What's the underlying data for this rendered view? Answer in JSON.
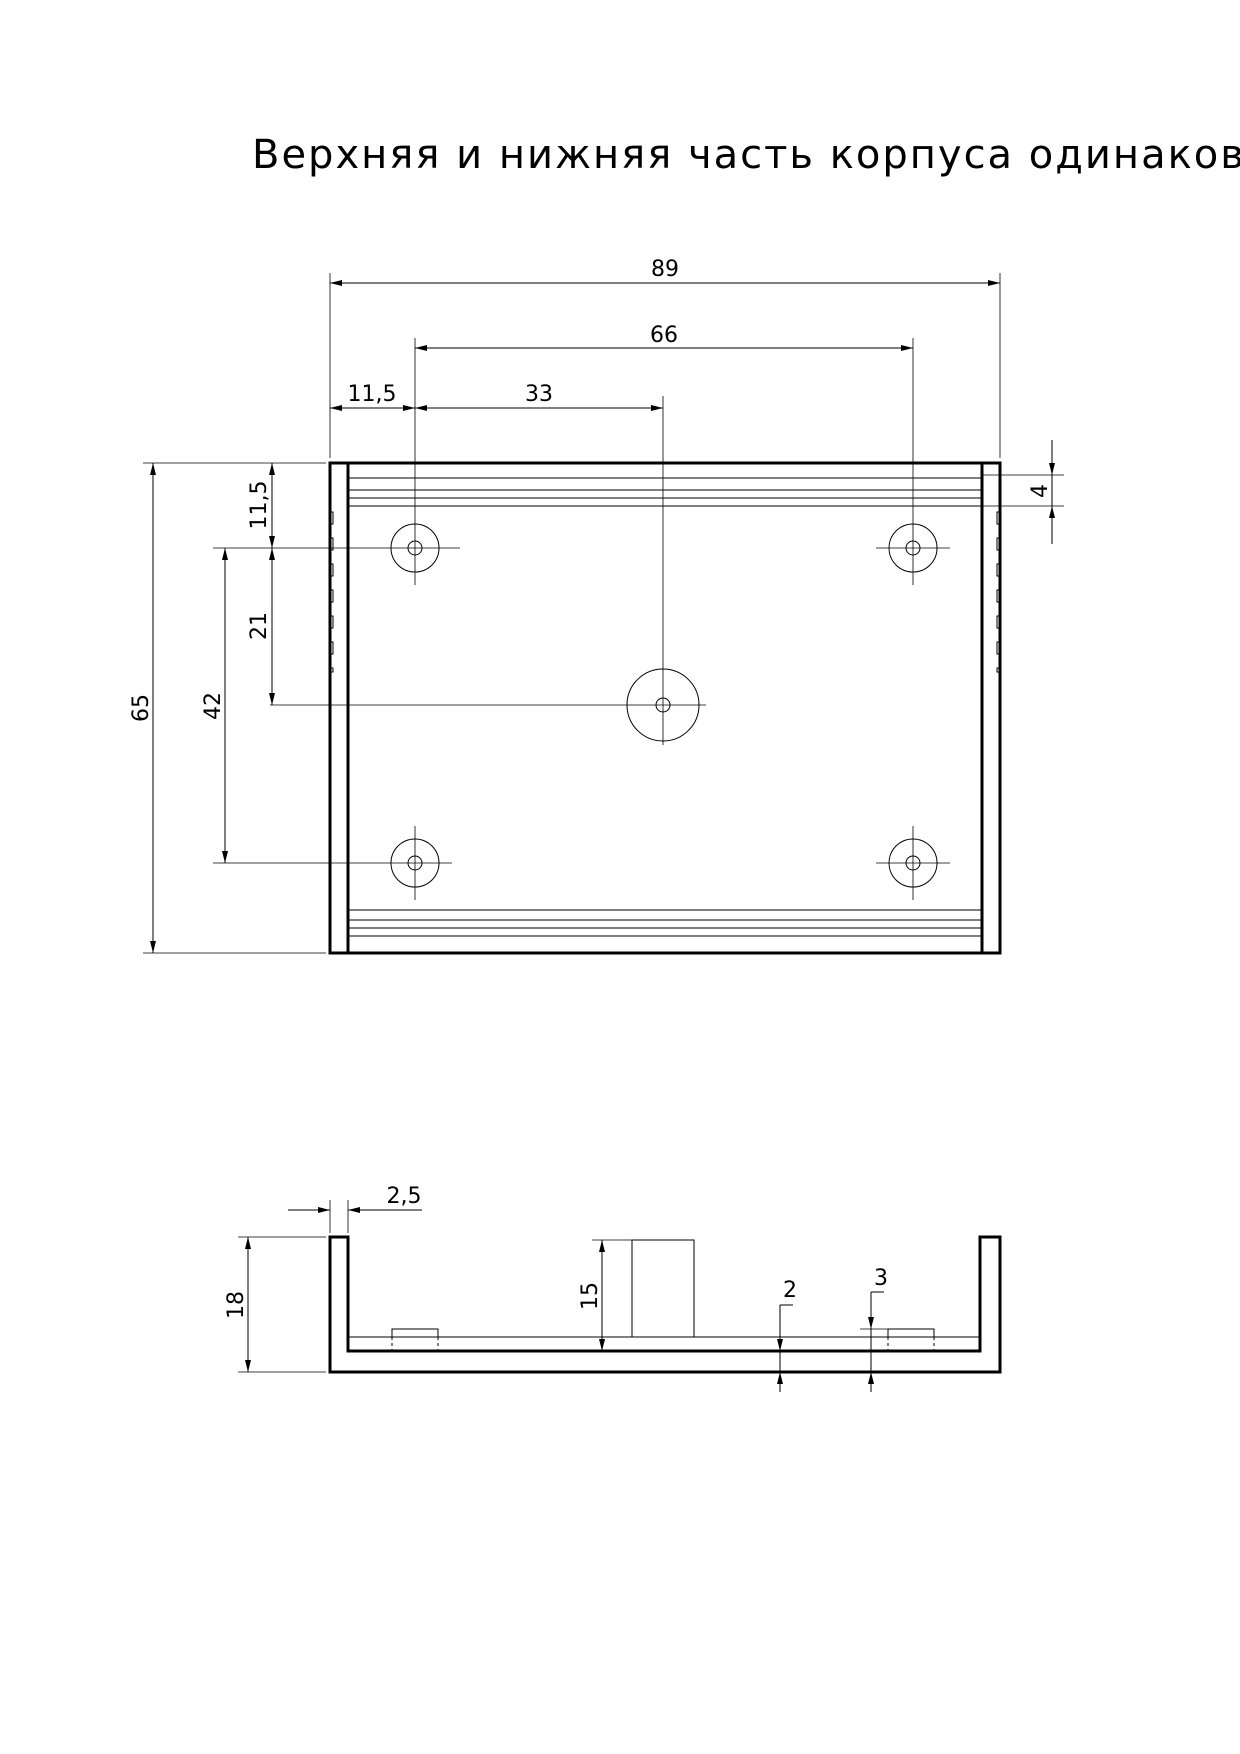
{
  "title": "Верхняя и нижняя часть корпуса одинаковы",
  "top_view": {
    "dims": {
      "overall_width": "89",
      "hole_spacing_x": "66",
      "hole_offset_x": "11,5",
      "center_offset_x": "33",
      "overall_height": "65",
      "hole_spacing_y": "42",
      "center_offset_y": "21",
      "hole_offset_y": "11,5",
      "rail_width": "4"
    }
  },
  "side_view": {
    "dims": {
      "wall_thickness": "2,5",
      "height": "18",
      "boss_height": "15",
      "floor_thickness": "2",
      "pad_height": "3"
    }
  }
}
